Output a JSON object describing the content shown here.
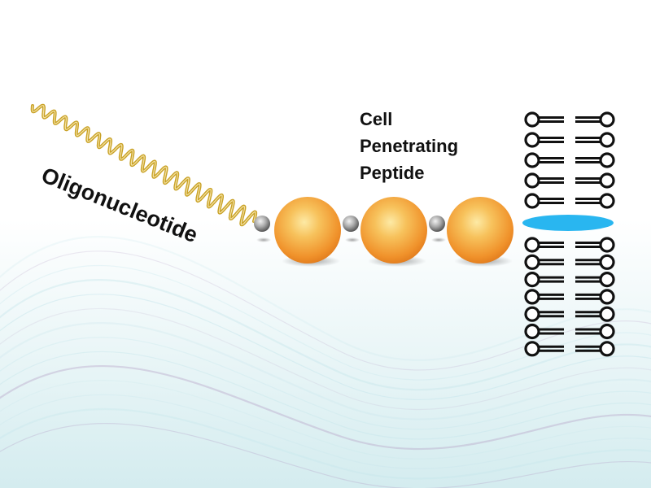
{
  "diagram": {
    "labels": {
      "oligonucleotide": "Oligonucleotide",
      "cpp_line1": "Cell",
      "cpp_line2": "Penetrating",
      "cpp_line3": "Peptide"
    },
    "peptide_sphere_count": 3,
    "linker_count": 3,
    "membrane_lipid_rows_above": 5,
    "membrane_lipid_rows_below": 7,
    "colors": {
      "helix": "#c9a227",
      "sphere": "#f29a2e",
      "sphere_highlight": "#fde9a6",
      "linker": "#8c8c8c",
      "membrane_pore": "#29b6f0",
      "lipid_outline": "#111111",
      "background_wave": "#bfe3ea"
    }
  }
}
